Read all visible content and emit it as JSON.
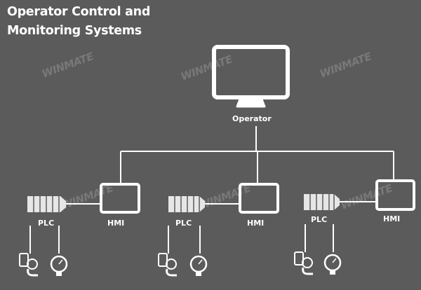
{
  "title": {
    "line1": "Operator Control and",
    "line2": "Monitoring Systems"
  },
  "nodes": {
    "operator_label": "Operator",
    "groups": [
      {
        "plc_label": "PLC",
        "hmi_label": "HMI"
      },
      {
        "plc_label": "PLC",
        "hmi_label": "HMI"
      },
      {
        "plc_label": "PLC",
        "hmi_label": "HMI"
      }
    ]
  },
  "watermark": "WINMATE",
  "colors": {
    "background": "#5b5b5b",
    "foreground": "#ffffff",
    "watermark": "#7a7a7a"
  },
  "icons": [
    "monitor-icon",
    "hmi-panel-icon",
    "plc-module-icon",
    "flow-meter-icon",
    "pressure-gauge-icon"
  ]
}
